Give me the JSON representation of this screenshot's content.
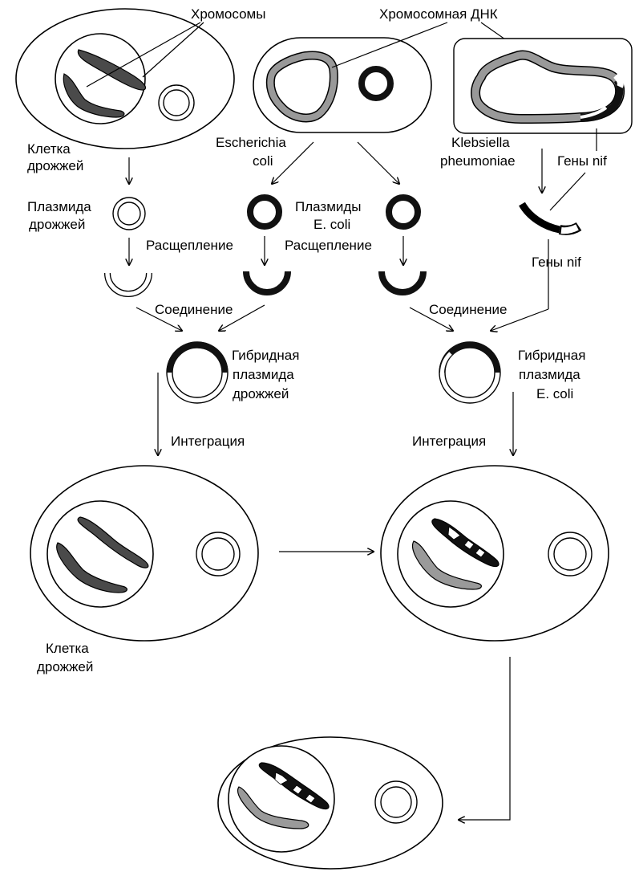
{
  "labels": {
    "chromosomes": "Хромосомы",
    "chromosomal_dna": "Хромосомная ДНК",
    "yeast_cell_top": [
      "Клетка",
      "дрожжей"
    ],
    "ecoli": [
      "Escherichia",
      "coli"
    ],
    "klebsiella": [
      "Klebsiella",
      "pheumoniae"
    ],
    "nif_genes_top": "Гены nif",
    "yeast_plasmid": [
      "Плазмида",
      "дрожжей"
    ],
    "ecoli_plasmids": [
      "Плазмиды",
      "E. coli"
    ],
    "cleavage_left": "Расщепление",
    "cleavage_right": "Расщепление",
    "nif_genes_bottom": "Гены nif",
    "ligation_left": "Соединение",
    "ligation_right": "Соединение",
    "hybrid_yeast": [
      "Гибридная",
      "плазмида",
      "дрожжей"
    ],
    "hybrid_ecoli": [
      "Гибридная",
      "плазмида",
      "E. coli"
    ],
    "integration_left": "Интеграция",
    "integration_right": "Интеграция",
    "yeast_cell_bottom": [
      "Клетка",
      "дрожжей"
    ]
  },
  "colors": {
    "dark_chromosome": "#4a4a4a",
    "light_chromosome": "#9a9a9a",
    "dna_black": "#111111",
    "outline": "#000000"
  }
}
